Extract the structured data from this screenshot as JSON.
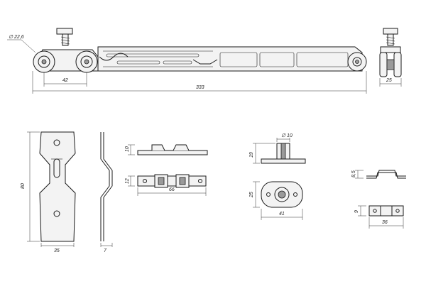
{
  "colors": {
    "line": "#1a1a1a",
    "fill": "#f3f3f3",
    "shade": "#9a9a9a",
    "background": "#ffffff"
  },
  "dimensions": {
    "wheel_diameter": "∅ 22,6",
    "wheel_spacing": "42",
    "overall_length": "333",
    "end_width": "25",
    "plate_height": "80",
    "plate_width": "35",
    "plate_offset": "7",
    "guide_height_side": "10",
    "guide_height_top": "12",
    "guide_length": "66",
    "pin_diameter": "∅ 10",
    "pin_height": "19",
    "base_height": "25",
    "base_width": "41",
    "bracket_height": "8,5",
    "clip_height": "9",
    "clip_length": "36"
  }
}
